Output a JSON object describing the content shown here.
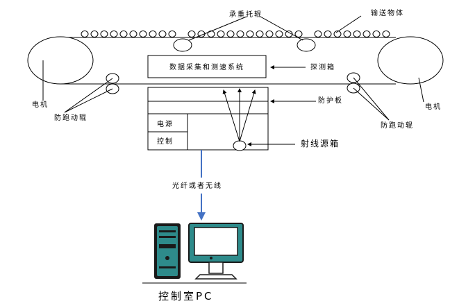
{
  "labels": {
    "idler_roller": "承重托辊",
    "conveyed_object": "输送物体",
    "data_system": "数据采集和测速系统",
    "detector_box": "探测箱",
    "motor_left": "电机",
    "motor_right": "电机",
    "anti_run_roller_left": "防跑动辊",
    "anti_run_roller_right": "防跑动辊",
    "shield_plate": "防护板",
    "power_supply": "电源",
    "control": "控制",
    "ray_source_box": "射线源箱",
    "link_type": "光纤或者无线",
    "control_room_pc": "控制室PC"
  },
  "colors": {
    "arrow_blue": "#4472C4",
    "computer_teal": "#2E8B8B",
    "computer_dark": "#1a1a1a"
  }
}
